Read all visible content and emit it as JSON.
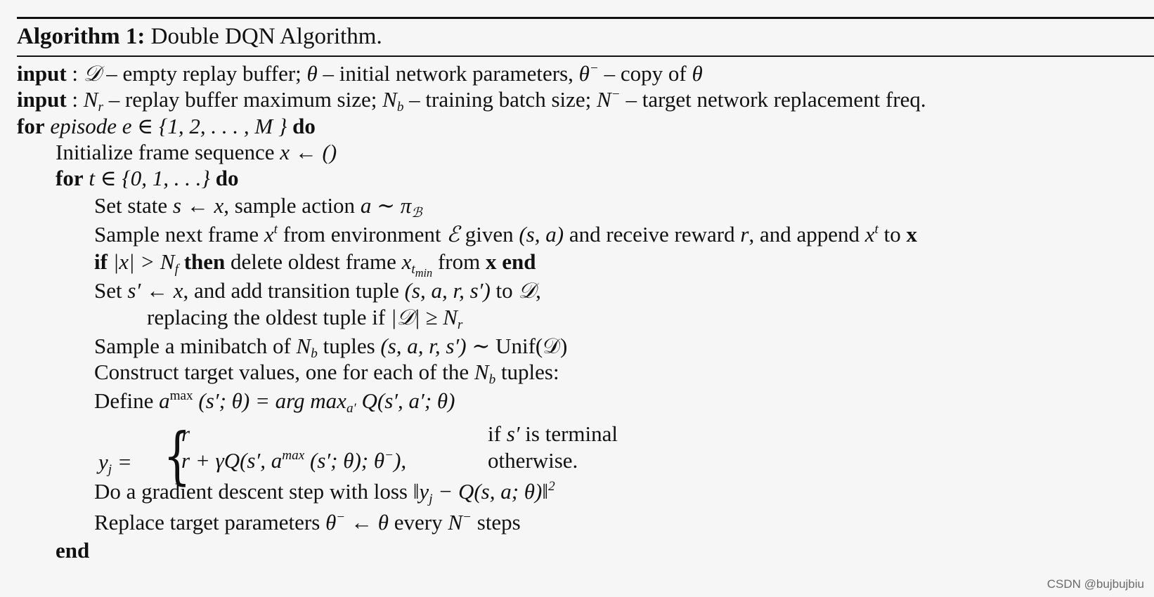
{
  "algorithm": {
    "label": "Algorithm 1:",
    "title": "Double DQN Algorithm."
  },
  "lines": {
    "input1_kw": "input",
    "input1_text_a": " : ",
    "input1_D": "𝒟",
    "input1_text_b": " – empty replay buffer; ",
    "input1_theta": "θ",
    "input1_text_c": " – initial network parameters, ",
    "input1_theta_minus": "θ",
    "input1_text_d": " – copy of ",
    "input1_theta2": "θ",
    "input2_kw": "input",
    "input2_text_a": " : ",
    "input2_Nr": "N",
    "input2_text_b": " – replay buffer maximum size; ",
    "input2_Nb": "N",
    "input2_text_c": " – training batch size; ",
    "input2_Nminus": "N",
    "input2_text_d": " – target network replacement freq.",
    "for1_kw": "for",
    "for1_episode": "episode",
    "for1_math": " e ∈ {1, 2, . . . , M }",
    "for1_do": "do",
    "init_text": "Initialize frame sequence ",
    "init_math": "x ← ()",
    "for2_kw": "for",
    "for2_math": " t ∈ {0, 1, . . .} ",
    "for2_do": "do",
    "set_state_a": "Set state ",
    "set_state_math": "s ← x",
    "set_state_b": ", sample action ",
    "set_state_math2": "a ∼ π",
    "sample_next_a": "Sample next frame ",
    "sample_next_b": " from environment ",
    "sample_next_E": "ℰ",
    "sample_next_c": " given ",
    "sample_next_sa": "(s, a)",
    "sample_next_d": " and receive reward ",
    "sample_next_r": "r",
    "sample_next_e": ", and append ",
    "sample_next_f": " to ",
    "sample_next_x": "x",
    "if_kw": "if",
    "if_math": " |x| > N",
    "if_then": " then",
    "if_text": " delete oldest frame ",
    "if_from": " from ",
    "if_x": "x",
    "if_end": " end",
    "set_s_a": "Set ",
    "set_s_math": "s′ ← x",
    "set_s_b": ", and add transition tuple ",
    "set_s_tuple": "(s, a, r, s′)",
    "set_s_c": " to ",
    "set_s_D": "𝒟",
    "set_s_d": ",",
    "replacing_a": "replacing the oldest tuple if ",
    "replacing_math": "|𝒟| ≥ N",
    "minibatch_a": "Sample a minibatch of ",
    "minibatch_b": " tuples ",
    "minibatch_math": "(s, a, r, s′) ∼ ",
    "minibatch_unif": "Unif(𝒟)",
    "construct_a": "Construct target values, one for each of the ",
    "construct_b": " tuples:",
    "define_a": "Define ",
    "define_math_a": "a",
    "define_math_max": "max",
    "define_math_b": " (s′; θ) = arg max",
    "define_math_c": " Q(s′, a′; θ)",
    "case_lhs": "y",
    "case1_val": "r",
    "case1_cond_a": "if ",
    "case1_cond_b": "s′",
    "case1_cond_c": " is terminal",
    "case2_val_a": "r + γQ(s′, a",
    "case2_val_max": "max",
    "case2_val_b": " (s′; θ); θ",
    "case2_val_c": "),",
    "case2_cond": "otherwise.",
    "gradient_a": "Do a gradient descent step with loss ",
    "gradient_math": "‖y",
    "gradient_math_b": " − Q(s, a; θ)‖",
    "replace_a": "Replace target parameters ",
    "replace_math": "θ",
    "replace_math_b": " ← θ",
    "replace_b": " every ",
    "replace_math_c": "N",
    "replace_c": " steps",
    "end_kw": "end"
  },
  "watermark": "CSDN @bujbujbiu"
}
